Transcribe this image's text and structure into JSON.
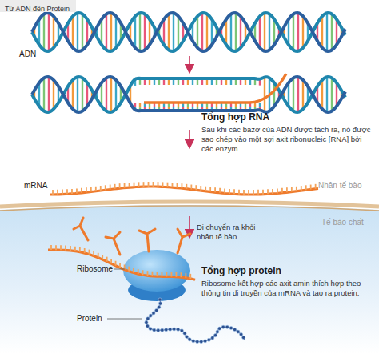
{
  "diagram": {
    "title": "Từ ADN đến Protein",
    "labels": [
      "ADN",
      "Tổng hợp RNA",
      "Sau khi các bazơ của ADN được tách ra, nó được sao chép vào một sợi axit ribonucleic [RNA] bởi các enzym.",
      "mRNA",
      "Nhân tế bào",
      "Tế bào chất",
      "Di chuyển ra khỏi nhân tế bào",
      "Ribosome",
      "Tổng hợp protein",
      "Ribosome kết hợp các axit amin thích hợp theo thông tin di truyền của mRNA và tạo ra protein.",
      "Protein"
    ]
  }
}
